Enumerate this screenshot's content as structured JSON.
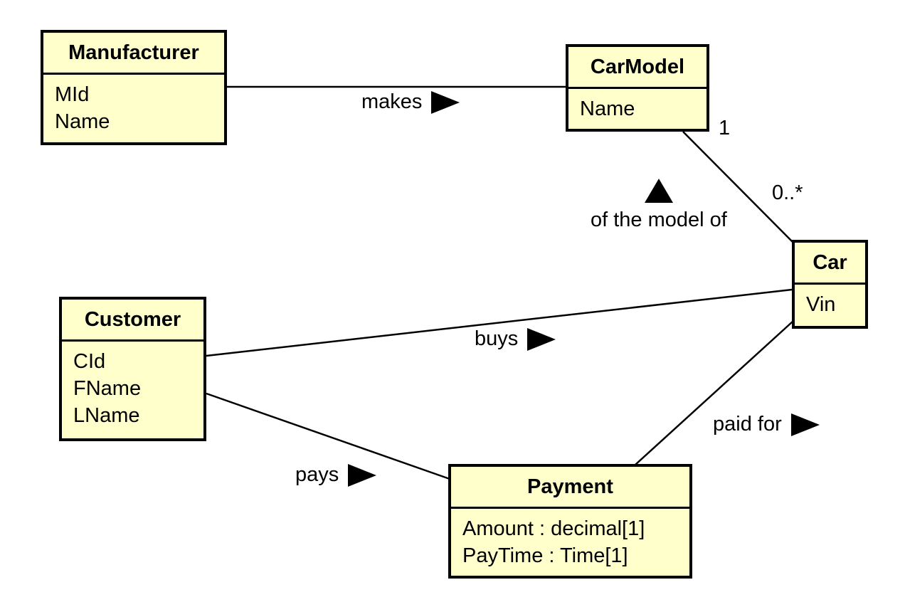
{
  "diagram": {
    "type": "uml-class-diagram",
    "colors": {
      "class_fill": "#FFFFCC",
      "class_border": "#000000",
      "line": "#000000",
      "background": "#FFFFFF"
    },
    "classes": [
      {
        "name": "Manufacturer",
        "attributes": [
          "MId",
          "Name"
        ]
      },
      {
        "name": "CarModel",
        "attributes": [
          "Name"
        ]
      },
      {
        "name": "Car",
        "attributes": [
          "Vin"
        ]
      },
      {
        "name": "Customer",
        "attributes": [
          "CId",
          "FName",
          "LName"
        ]
      },
      {
        "name": "Payment",
        "attributes": [
          "Amount : decimal[1]",
          "PayTime : Time[1]"
        ]
      }
    ],
    "associations": [
      {
        "from": "Manufacturer",
        "to": "CarModel",
        "label": "makes",
        "arrow": "right"
      },
      {
        "from": "CarModel",
        "to": "Car",
        "label": "of the model of",
        "arrow": "up",
        "multiplicity_carmodel_end": "1",
        "multiplicity_car_end": "0..*"
      },
      {
        "from": "Customer",
        "to": "Car",
        "label": "buys",
        "arrow": "right"
      },
      {
        "from": "Customer",
        "to": "Payment",
        "label": "pays",
        "arrow": "right"
      },
      {
        "from": "Payment",
        "to": "Car",
        "label": "paid for",
        "arrow": "right"
      }
    ]
  }
}
